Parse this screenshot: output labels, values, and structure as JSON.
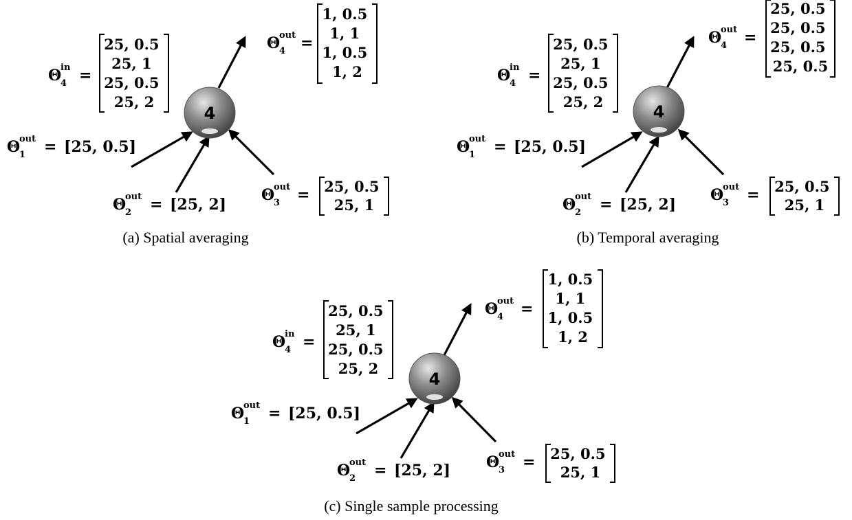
{
  "panels": [
    {
      "id": "a",
      "caption": "(a) Spatial averaging",
      "node_label": "4",
      "theta_in": {
        "symbol": "Θ",
        "sup": "in",
        "sub": "4",
        "rows": [
          "25, 0.5",
          "25, 1",
          "25, 0.5",
          "25, 2"
        ]
      },
      "theta_out_4": {
        "symbol": "Θ",
        "sup": "out",
        "sub": "4",
        "rows": [
          "1, 0.5",
          "1, 1",
          "1, 0.5",
          "1, 2"
        ]
      },
      "theta_out_1": {
        "symbol": "Θ",
        "sup": "out",
        "sub": "1",
        "value": "[25, 0.5]"
      },
      "theta_out_2": {
        "symbol": "Θ",
        "sup": "out",
        "sub": "2",
        "value": "[25, 2]"
      },
      "theta_out_3": {
        "symbol": "Θ",
        "sup": "out",
        "sub": "3",
        "rows": [
          "25, 0.5",
          "25, 1"
        ]
      }
    },
    {
      "id": "b",
      "caption": "(b) Temporal averaging",
      "node_label": "4",
      "theta_in": {
        "symbol": "Θ",
        "sup": "in",
        "sub": "4",
        "rows": [
          "25, 0.5",
          "25, 1",
          "25, 0.5",
          "25, 2"
        ]
      },
      "theta_out_4": {
        "symbol": "Θ",
        "sup": "out",
        "sub": "4",
        "rows": [
          "25, 0.5",
          "25, 0.5",
          "25, 0.5",
          "25, 0.5"
        ]
      },
      "theta_out_1": {
        "symbol": "Θ",
        "sup": "out",
        "sub": "1",
        "value": "[25, 0.5]"
      },
      "theta_out_2": {
        "symbol": "Θ",
        "sup": "out",
        "sub": "2",
        "value": "[25, 2]"
      },
      "theta_out_3": {
        "symbol": "Θ",
        "sup": "out",
        "sub": "3",
        "rows": [
          "25, 0.5",
          "25, 1"
        ]
      }
    },
    {
      "id": "c",
      "caption": "(c) Single sample processing",
      "node_label": "4",
      "theta_in": {
        "symbol": "Θ",
        "sup": "in",
        "sub": "4",
        "rows": [
          "25, 0.5",
          "25, 1",
          "25, 0.5",
          "25, 2"
        ]
      },
      "theta_out_4": {
        "symbol": "Θ",
        "sup": "out",
        "sub": "4",
        "rows": [
          "1, 0.5",
          "1, 1",
          "1, 0.5",
          "1, 2"
        ]
      },
      "theta_out_1": {
        "symbol": "Θ",
        "sup": "out",
        "sub": "1",
        "value": "[25, 0.5]"
      },
      "theta_out_2": {
        "symbol": "Θ",
        "sup": "out",
        "sub": "2",
        "value": "[25, 2]"
      },
      "theta_out_3": {
        "symbol": "Θ",
        "sup": "out",
        "sub": "3",
        "rows": [
          "25, 0.5",
          "25, 1"
        ]
      }
    }
  ]
}
